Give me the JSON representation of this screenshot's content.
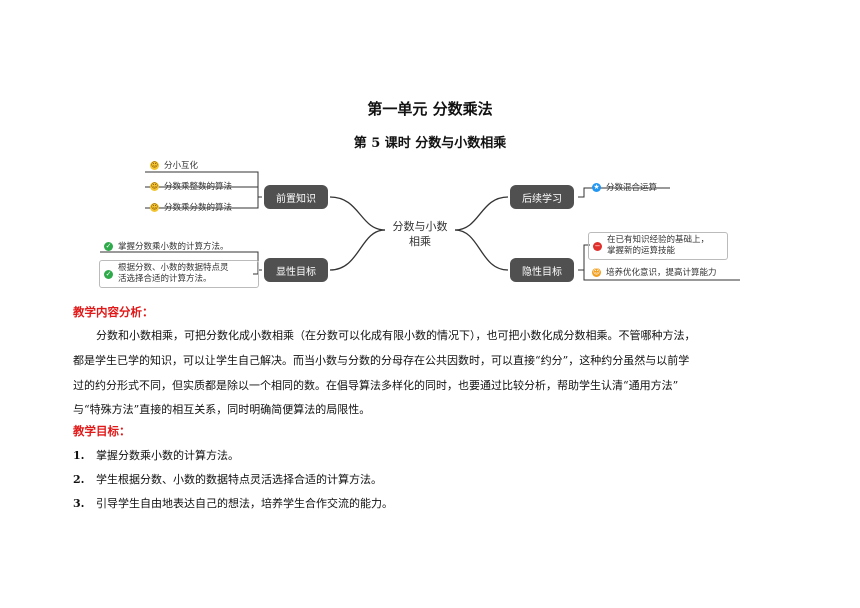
{
  "title": "第一单元  分数乘法",
  "subtitle": "第 5 课时  分数与小数相乘",
  "mindmap": {
    "center": [
      "分数与小数",
      "相乘"
    ],
    "left": [
      {
        "label": "前置知识",
        "leaves": [
          {
            "text": "分小互化",
            "icon": "smile-icon"
          },
          {
            "text": "分数乘整数的算法",
            "icon": "smile-icon"
          },
          {
            "text": "分数乘分数的算法",
            "icon": "smile-icon"
          }
        ]
      },
      {
        "label": "显性目标",
        "leaves": [
          {
            "text": "掌握分数乘小数的计算方法。",
            "icon": "check-icon"
          },
          {
            "text": "根据分数、小数的数据特点灵活选择合适的计算方法。",
            "lines": [
              "根据分数、小数的数据特点灵",
              "活选择合适的计算方法。"
            ],
            "icon": "check-icon"
          }
        ]
      }
    ],
    "right": [
      {
        "label": "后续学习",
        "leaves": [
          {
            "text": "分数混合运算",
            "icon": "star-icon"
          }
        ]
      },
      {
        "label": "隐性目标",
        "leaves": [
          {
            "lines": [
              "在已有知识经验的基础上，",
              "掌握新的运算技能"
            ],
            "icon": "minus-icon"
          },
          {
            "text": "培养优化意识，提高计算能力",
            "icon": "good-icon"
          }
        ]
      }
    ]
  },
  "analysis": {
    "heading": "教学内容分析：",
    "lines": [
      "分数和小数相乘，可把分数化成小数相乘（在分数可以化成有限小数的情况下），也可把小数化成分数相乘。不管哪种方法，",
      "都是学生已学的知识，可以让学生自己解决。而当小数与分数的分母存在公共因数时，可以直接“约分”，这种约分虽然与以前学",
      "过的约分形式不同，但实质都是除以一个相同的数。在倡导算法多样化的同时，也要通过比较分析，帮助学生认清“通用方法”",
      "与“特殊方法”直接的相互关系，同时明确简便算法的局限性。"
    ]
  },
  "goals": {
    "heading": "教学目标：",
    "items": [
      {
        "num": "1.",
        "text": "掌握分数乘小数的计算方法。"
      },
      {
        "num": "2.",
        "text": "学生根据分数、小数的数据特点灵活选择合适的计算方法。"
      },
      {
        "num": "3.",
        "text": "引导学生自由地表达自己的想法，培养学生合作交流的能力。"
      }
    ]
  }
}
